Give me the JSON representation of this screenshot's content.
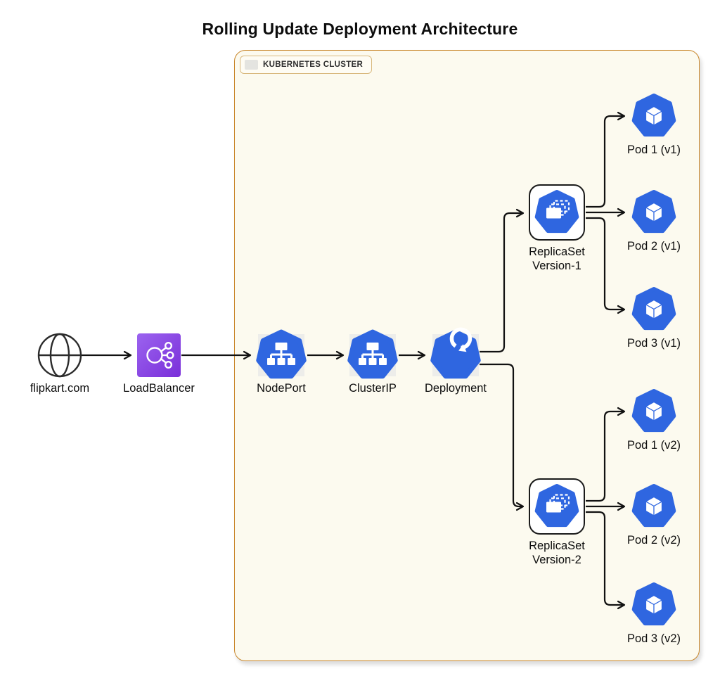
{
  "title": "Rolling Update Deployment Architecture",
  "cluster": {
    "label": "KUBERNETES CLUSTER"
  },
  "colors": {
    "k8s_blue": "#2F66E0",
    "cluster_border": "#C9872B",
    "cluster_fill": "#FCFAEF",
    "lb_purple_top": "#9B63EF",
    "lb_purple_bottom": "#7A2FD9",
    "edge": "#111111"
  },
  "nodes": {
    "internet": {
      "label": "flipkart.com",
      "icon": "globe-icon"
    },
    "load_balancer": {
      "label": "LoadBalancer",
      "icon": "load-balancer-icon"
    },
    "node_port": {
      "label": "NodePort",
      "icon": "k8s-service-icon"
    },
    "cluster_ip": {
      "label": "ClusterIP",
      "icon": "k8s-service-icon"
    },
    "deployment": {
      "label": "Deployment",
      "icon": "k8s-deployment-icon"
    },
    "replicaset_v1": {
      "label_line1": "ReplicaSet",
      "label_line2": "Version-1",
      "icon": "k8s-replicaset-icon"
    },
    "replicaset_v2": {
      "label_line1": "ReplicaSet",
      "label_line2": "Version-2",
      "icon": "k8s-replicaset-icon"
    },
    "pods_v1": [
      "Pod 1 (v1)",
      "Pod 2 (v1)",
      "Pod 3 (v1)"
    ],
    "pods_v2": [
      "Pod 1 (v2)",
      "Pod 2 (v2)",
      "Pod 3 (v2)"
    ]
  },
  "edges": [
    {
      "from": "flipkart.com",
      "to": "LoadBalancer"
    },
    {
      "from": "LoadBalancer",
      "to": "NodePort"
    },
    {
      "from": "NodePort",
      "to": "ClusterIP"
    },
    {
      "from": "ClusterIP",
      "to": "Deployment"
    },
    {
      "from": "Deployment",
      "to": "ReplicaSet Version-1"
    },
    {
      "from": "Deployment",
      "to": "ReplicaSet Version-2"
    },
    {
      "from": "ReplicaSet Version-1",
      "to": "Pod 1 (v1)"
    },
    {
      "from": "ReplicaSet Version-1",
      "to": "Pod 2 (v1)"
    },
    {
      "from": "ReplicaSet Version-1",
      "to": "Pod 3 (v1)"
    },
    {
      "from": "ReplicaSet Version-2",
      "to": "Pod 1 (v2)"
    },
    {
      "from": "ReplicaSet Version-2",
      "to": "Pod 2 (v2)"
    },
    {
      "from": "ReplicaSet Version-2",
      "to": "Pod 3 (v2)"
    }
  ]
}
